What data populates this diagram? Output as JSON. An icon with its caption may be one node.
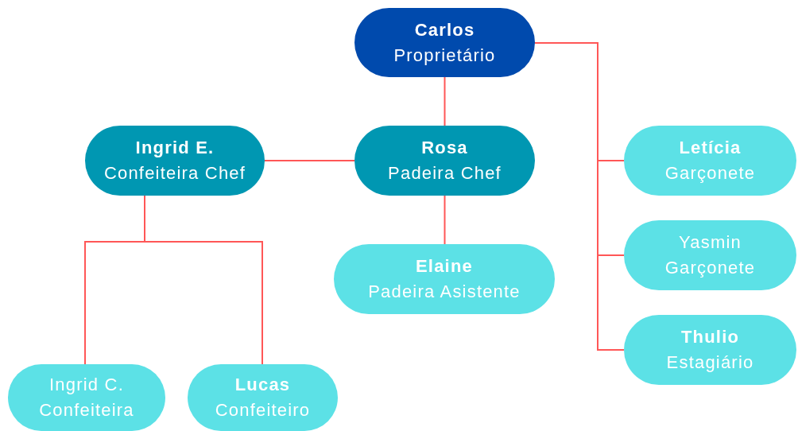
{
  "diagram": {
    "nodes": [
      {
        "text": [
          "Carlos",
          "Proprietário"
        ]
      },
      {
        "text": [
          "Ingrid E.",
          "Confeiteira Chef"
        ]
      },
      {
        "text": [
          "Rosa",
          "Padeira Chef"
        ]
      },
      {
        "text": [
          "Elaine",
          "Padeira Asistente"
        ]
      },
      {
        "text": [
          "Letícia",
          "Garçonete"
        ]
      },
      {
        "text": [
          "Yasmin",
          "Garçonete"
        ]
      },
      {
        "text": [
          "Thulio",
          "Estagiário"
        ]
      },
      {
        "text": [
          "Ingrid C.",
          "Confeiteira"
        ]
      },
      {
        "text": [
          "Lucas",
          "Confeiteiro"
        ]
      }
    ],
    "edges": [
      {
        "from": 0,
        "to": 2,
        "arrow": "none"
      },
      {
        "from": 2,
        "to": 1,
        "arrow": "none"
      },
      {
        "from": 2,
        "to": 3,
        "arrow": "none"
      },
      {
        "from": 0,
        "to": 4,
        "arrow": "none"
      },
      {
        "from": 0,
        "to": 5,
        "arrow": "none"
      },
      {
        "from": 0,
        "to": 6,
        "arrow": "none"
      },
      {
        "from": 1,
        "to": 7,
        "arrow": "none"
      },
      {
        "from": 1,
        "to": 8,
        "arrow": "none"
      }
    ]
  }
}
